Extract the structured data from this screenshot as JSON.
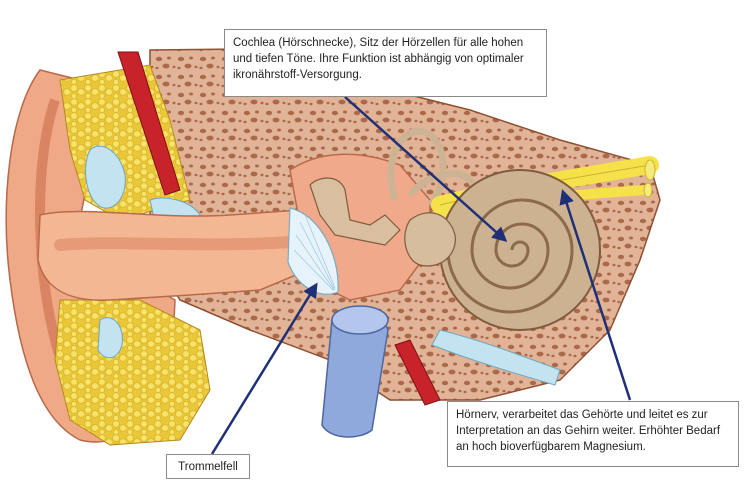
{
  "callouts": {
    "cochlea": {
      "lines": [
        "Cochlea (Hörschnecke), Sitz der Hörzellen für alle hohen",
        "und tiefen Töne. Ihre Funktion ist abhängig von optimaler",
        "ikronährstoff-Versorgung."
      ]
    },
    "nerve": {
      "lines": [
        "Hörnerv, verarbeitet das Gehörte und leitet es zur",
        "Interpretation an das Gehirn weiter. Erhöhter Bedarf",
        "an hoch bioverfügbarem Magnesium."
      ]
    },
    "eardrum": {
      "label": "Trommelfell"
    }
  },
  "colors": {
    "arrow": "#1f2f78",
    "bone": "#dca98c",
    "skin": "#f3b48e",
    "fat": "#f3da45",
    "fluid": "#bfe0ee",
    "nerve": "#f5e24a",
    "muscle": "#c8232a",
    "cochlea": "#cdb393",
    "tube": "#8fa9dd"
  }
}
